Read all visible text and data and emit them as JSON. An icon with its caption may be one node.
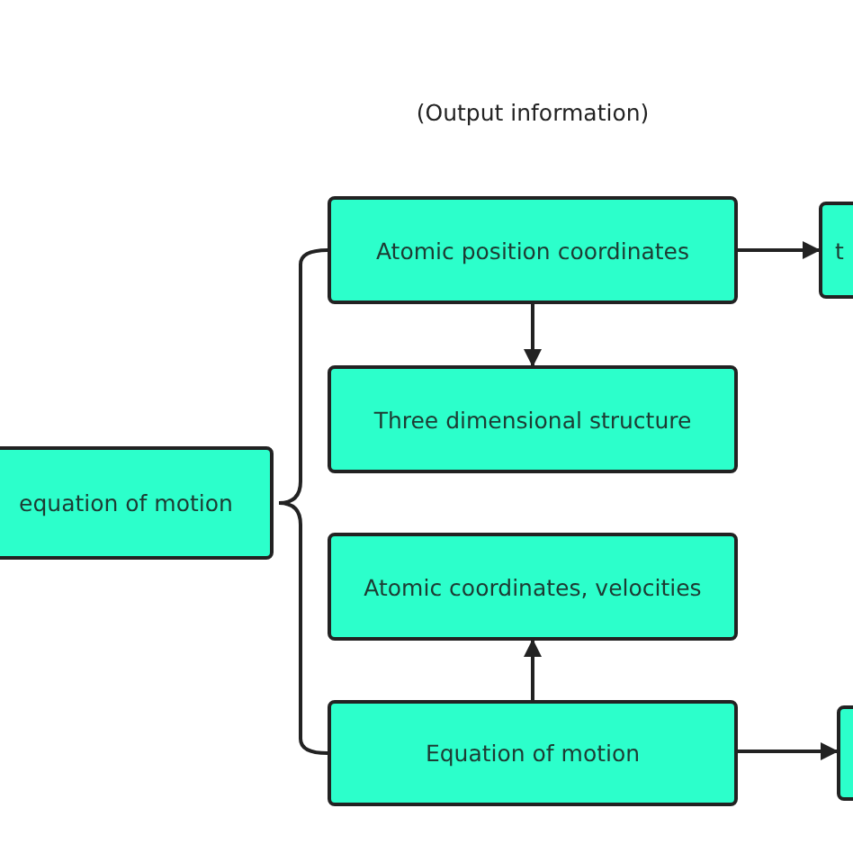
{
  "diagram": {
    "nodes": [
      {
        "text": [
          "equation of motion"
        ]
      },
      {
        "text": [
          "Atomic position coordinates"
        ]
      },
      {
        "text": [
          "t"
        ]
      },
      {
        "text": [
          "Three dimensional structure"
        ]
      },
      {
        "text": [
          "Atomic coordinates, velocities"
        ]
      },
      {
        "text": [
          "Equation of motion"
        ]
      },
      {
        "text": [],
        "shape": "box"
      }
    ],
    "edges": [
      {
        "from": 0,
        "to": 1,
        "arrow": "none"
      },
      {
        "from": 0,
        "to": 5,
        "arrow": "none"
      },
      {
        "from": 1,
        "to": 2,
        "arrow": "to"
      },
      {
        "from": 1,
        "to": 3,
        "arrow": "to"
      },
      {
        "from": 5,
        "to": 4,
        "arrow": "to"
      },
      {
        "from": 5,
        "to": 6,
        "arrow": "to"
      }
    ],
    "labels": [
      "(Output information)"
    ]
  }
}
